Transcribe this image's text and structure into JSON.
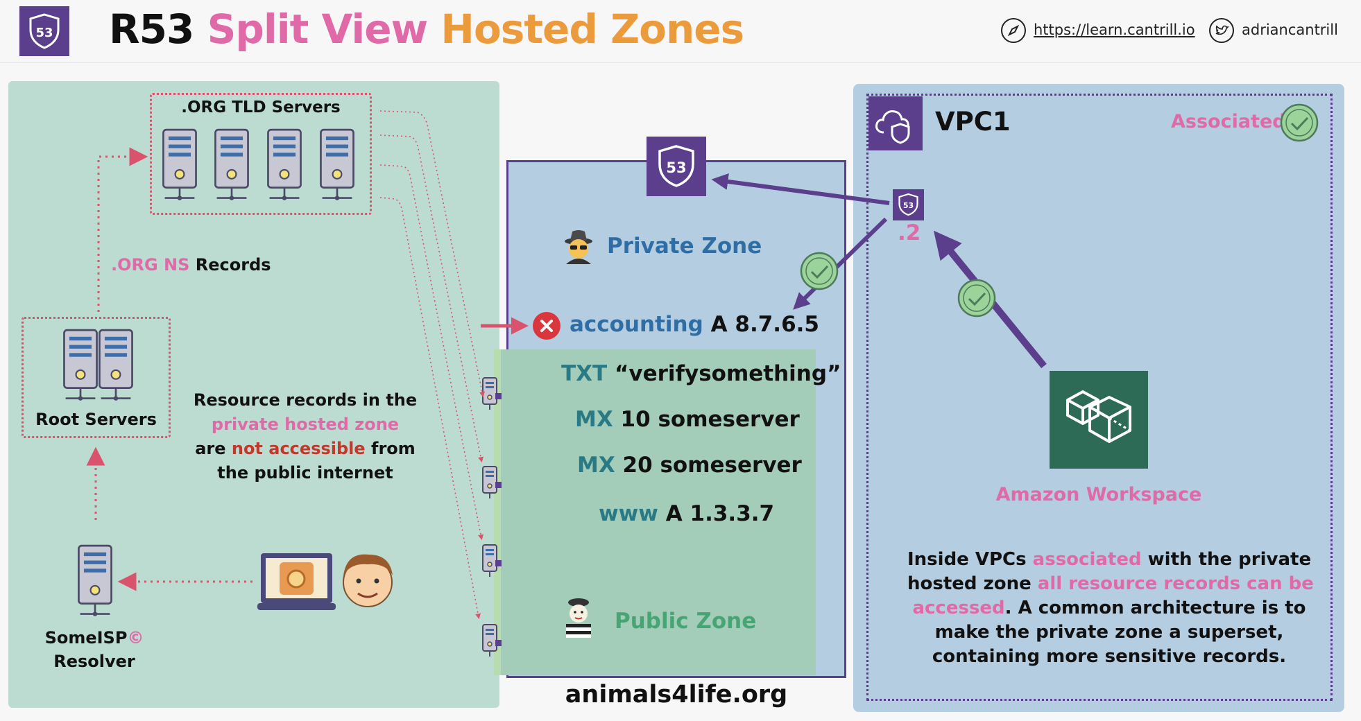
{
  "header": {
    "title_part1": "R53",
    "title_part2": "Split View",
    "title_part3": "Hosted Zones",
    "link": "https://learn.cantrill.io",
    "twitter_handle": "adriancantrill",
    "logo_text": "53"
  },
  "left": {
    "tld_title": ".ORG TLD Servers",
    "ns_records_prefix": ".ORG NS",
    "ns_records_suffix": "Records",
    "root_servers": "Root Servers",
    "resolver_line1": "SomeISP",
    "resolver_symbol": "©",
    "resolver_line2": "Resolver",
    "note_line1": "Resource records in the",
    "note_line2": "private hosted zone",
    "note_line3_a": "are",
    "note_line3_b": "not accessible",
    "note_line3_c": "from",
    "note_line4": "the public internet"
  },
  "center": {
    "route53_icon_text": "53",
    "private_zone_label": "Private Zone",
    "accounting_name": "accounting",
    "accounting_record": "A 8.7.6.5",
    "txt_type": "TXT",
    "txt_value": "“verifysomething”",
    "mx1_type": "MX",
    "mx1_value": "10 someserver",
    "mx2_type": "MX",
    "mx2_value": "20 someserver",
    "www_name": "www",
    "www_value": "A 1.3.3.7",
    "public_zone_label": "Public Zone",
    "domain": "animals4life.org"
  },
  "right": {
    "vpc_label": "VPC1",
    "associated_label": "Associated",
    "resolver_ip": ".2",
    "small_r53_text": "53",
    "workspace_label": "Amazon Workspace",
    "note_a": "Inside VPCs",
    "note_b": "associated",
    "note_c": "with the private",
    "note_d": "hosted zone",
    "note_e": "all resource records can be",
    "note_f": "accessed",
    "note_g": ". A common architecture is to",
    "note_h": "make the private zone a superset,",
    "note_i": "containing more sensitive records."
  },
  "colors": {
    "purple": "#5b3e8c",
    "pink": "#e06aa8",
    "orange": "#eb9a3c",
    "red": "#d9536d",
    "left_panel": "#bcdcd2",
    "right_panel": "#b5cde0",
    "public_zone": "#a4cdb9",
    "check_green": "#9bd39a"
  },
  "icons": [
    "route53-shield-icon",
    "compass-icon",
    "twitter-icon",
    "server-icon",
    "laptop-icon",
    "user-face-icon",
    "spy-icon",
    "mime-icon",
    "cloud-lock-icon",
    "check-icon",
    "x-icon",
    "workspace-cubes-icon"
  ]
}
